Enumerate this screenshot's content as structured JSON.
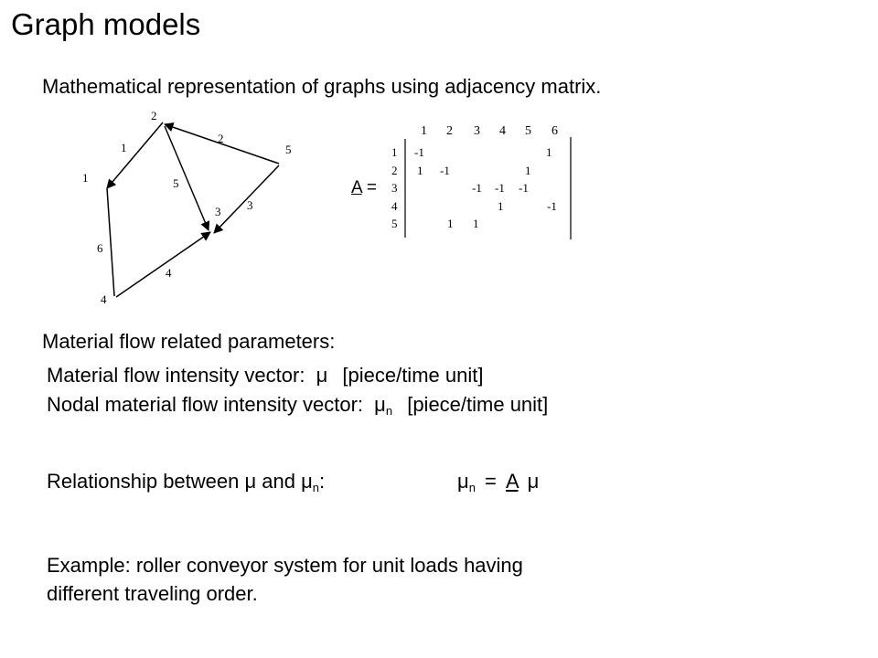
{
  "title": "Graph models",
  "intro": "Mathematical representation of graphs using adjacency matrix.",
  "graph": {
    "node_labels": [
      "1",
      "2",
      "3",
      "4",
      "5"
    ],
    "edge_labels": [
      "1",
      "2",
      "3",
      "4",
      "5",
      "6"
    ]
  },
  "matrix": {
    "name": "A",
    "equals": "=",
    "col_headers": [
      "1",
      "2",
      "3",
      "4",
      "5",
      "6"
    ],
    "rows": [
      {
        "label": "1",
        "cells": [
          "-1",
          "",
          "",
          "",
          "",
          "1"
        ]
      },
      {
        "label": "2",
        "cells": [
          "1",
          "-1",
          "",
          "",
          "1",
          ""
        ]
      },
      {
        "label": "3",
        "cells": [
          "",
          "",
          "-1",
          "-1",
          "-1",
          ""
        ]
      },
      {
        "label": "4",
        "cells": [
          "",
          "",
          "",
          "1",
          "",
          "-1"
        ]
      },
      {
        "label": "5",
        "cells": [
          "",
          "1",
          "1",
          "",
          "",
          ""
        ]
      }
    ]
  },
  "params_heading": "Material flow related parameters:",
  "vector1": {
    "text": "Material flow intensity vector:",
    "symbol": "μ",
    "unit": "[piece/time unit]"
  },
  "vector2": {
    "text": "Nodal material flow intensity vector:",
    "symbol": "μ",
    "sub": "n",
    "unit": "[piece/time unit]"
  },
  "relationship": {
    "prefix": "Relationship between μ  and  μ",
    "sub": "n",
    "colon": ":",
    "lhs": "μ",
    "lhs_sub": "n",
    "eq": "=",
    "matrix": "A",
    "rhs": "μ"
  },
  "example_line1": "Example: roller conveyor system for unit loads having",
  "example_line2": "different traveling order."
}
